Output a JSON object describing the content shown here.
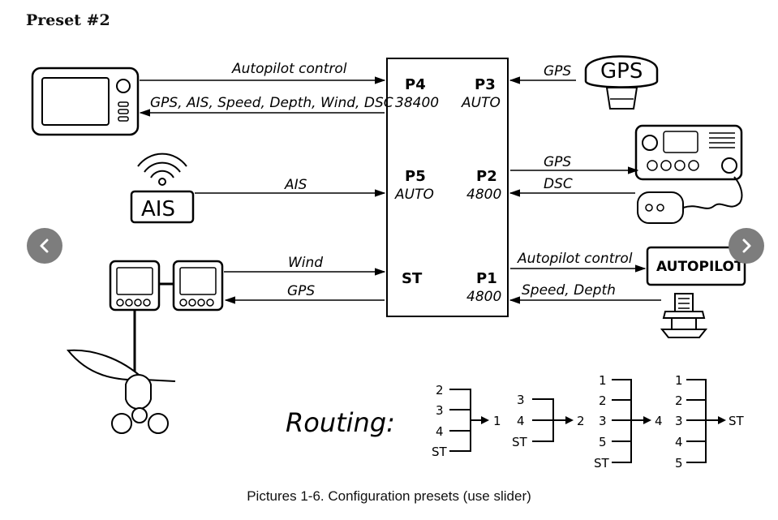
{
  "heading": "Preset #2",
  "caption": "Pictures 1-6. Configuration presets (use slider)",
  "ports": {
    "p4": {
      "name": "P4",
      "rate": "38400"
    },
    "p3": {
      "name": "P3",
      "rate": "AUTO"
    },
    "p5": {
      "name": "P5",
      "rate": "AUTO"
    },
    "p2": {
      "name": "P2",
      "rate": "4800"
    },
    "st": {
      "name": "ST"
    },
    "p1": {
      "name": "P1",
      "rate": "4800"
    }
  },
  "connections": {
    "chartplotter_in": "Autopilot control",
    "chartplotter_out": "GPS, AIS, Speed, Depth, Wind, DSC",
    "ais_in": "AIS",
    "st_in": "Wind",
    "st_out": "GPS",
    "gps_in": "GPS",
    "vhf_out": "GPS",
    "vhf_in": "DSC",
    "autopilot_out": "Autopilot control",
    "speed_depth_in": "Speed, Depth"
  },
  "devices": {
    "gps": "GPS",
    "ais": "AIS",
    "autopilot": "AUTOPILOT"
  },
  "routing": {
    "title": "Routing:",
    "group1": {
      "inputs": [
        "2",
        "3",
        "4",
        "ST"
      ],
      "output": "1"
    },
    "group2": {
      "inputs": [
        "3",
        "4",
        "ST"
      ],
      "output": "2"
    },
    "group3": {
      "inputs": [
        "1",
        "2",
        "3",
        "5",
        "ST"
      ],
      "output": "4"
    },
    "group4": {
      "inputs": [
        "1",
        "2",
        "3",
        "4",
        "5"
      ],
      "output": "ST"
    }
  },
  "slider": {
    "prev_icon": "chevron-left-icon",
    "next_icon": "chevron-right-icon"
  }
}
